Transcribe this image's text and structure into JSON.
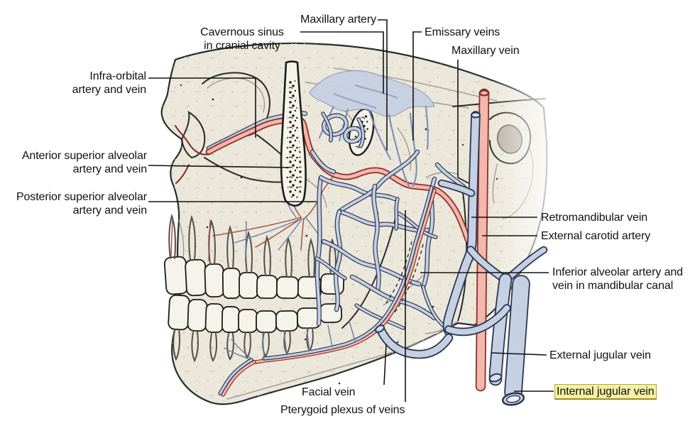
{
  "figure": {
    "labels": {
      "maxillary_artery": "Maxillary artery",
      "cavernous_sinus": {
        "line1": "Cavernous sinus",
        "line2": "in cranial cavity"
      },
      "emissary_veins": "Emissary veins",
      "maxillary_vein": "Maxillary vein",
      "infra_orbital": {
        "line1": "Infra-orbital",
        "line2": "artery and vein"
      },
      "anterior_superior_alveolar": {
        "line1": "Anterior superior alveolar",
        "line2": "artery and vein"
      },
      "posterior_superior_alveolar": {
        "line1": "Posterior superior alveolar",
        "line2": "artery and vein"
      },
      "retromandibular_vein": "Retromandibular vein",
      "external_carotid_artery": "External carotid artery",
      "inferior_alveolar": {
        "line1": "Inferior alveolar artery and",
        "line2": "vein in mandibular canal"
      },
      "external_jugular_vein": "External jugular vein",
      "internal_jugular_vein": "Internal jugular vein",
      "facial_vein": "Facial vein",
      "pterygoid_plexus": "Pterygoid plexus of veins"
    },
    "highlighted_label": "internal_jugular_vein",
    "colors": {
      "artery_fill": "#f3b7ad",
      "artery_outline": "#8c2f28",
      "vein_fill": "#c5d0e3",
      "vein_outline": "#2b3652",
      "bone": "#ebe7da",
      "sinus": "#c7d0e2",
      "highlight_bg": "#f4f0a4",
      "highlight_border": "#b5a932",
      "leader": "#141414",
      "background": "#ffffff"
    }
  }
}
